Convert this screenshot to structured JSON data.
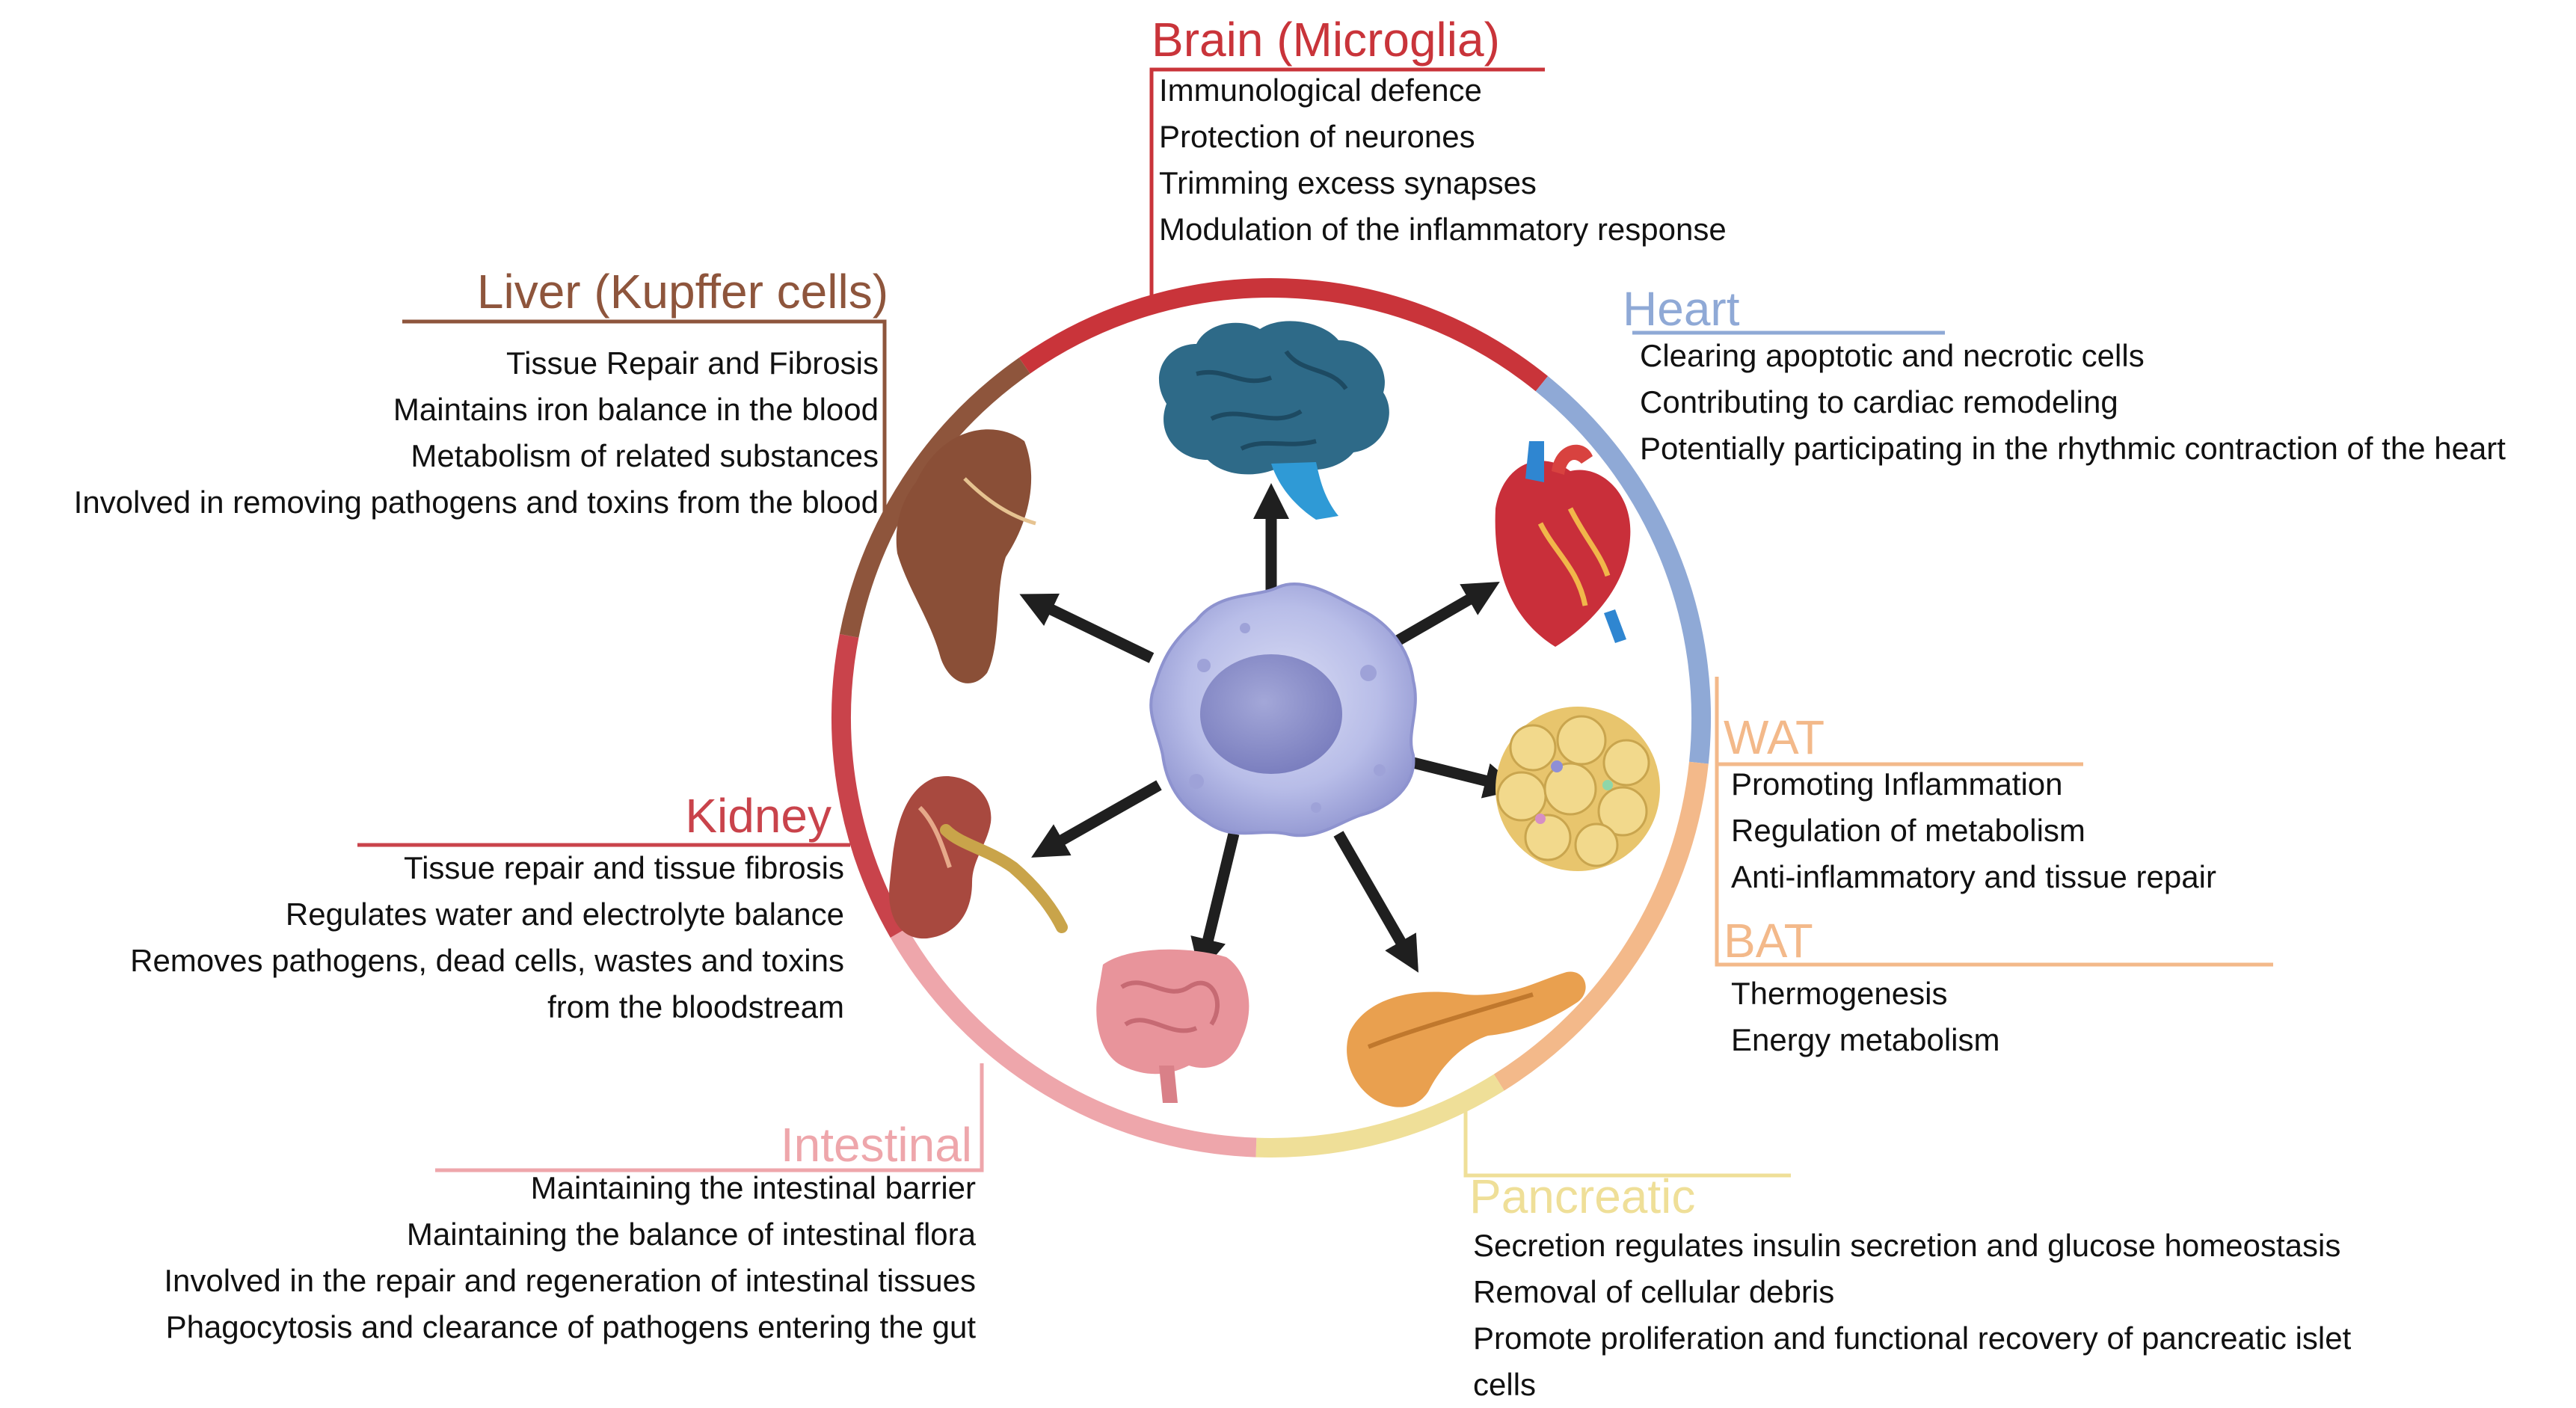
{
  "macrophage": {
    "icon": "macrophage-cell-icon"
  },
  "organs": [
    {
      "key": "brain",
      "title": "Brain (Microglia)",
      "color": "#c9343a",
      "icon": "brain-icon",
      "items": [
        "Immunological defence",
        "Protection of neurones",
        "Trimming excess synapses",
        "Modulation of the inflammatory response"
      ]
    },
    {
      "key": "heart",
      "title": "Heart",
      "color": "#8fa9d6",
      "icon": "heart-icon",
      "items": [
        "Clearing apoptotic and necrotic cells",
        "Contributing to cardiac remodeling",
        "Potentially participating in the rhythmic contraction of the heart"
      ]
    },
    {
      "key": "wat",
      "title": "WAT",
      "color": "#f3b98a",
      "icon": "adipose-tissue-icon",
      "items": [
        "Promoting Inflammation",
        "Regulation of metabolism",
        "Anti-inflammatory and tissue repair"
      ]
    },
    {
      "key": "bat",
      "title": "BAT",
      "color": "#f3b98a",
      "icon": "",
      "items": [
        "Thermogenesis",
        "Energy metabolism"
      ]
    },
    {
      "key": "pancreatic",
      "title": "Pancreatic",
      "color": "#efdf98",
      "icon": "pancreas-icon",
      "items": [
        "Secretion regulates insulin secretion and glucose homeostasis",
        "Removal of cellular debris",
        "Promote proliferation and functional recovery of pancreatic islet",
        "cells"
      ]
    },
    {
      "key": "intestinal",
      "title": "Intestinal",
      "color": "#eea6ab",
      "icon": "intestine-icon",
      "items": [
        "Maintaining the intestinal barrier",
        "Maintaining the balance of intestinal flora",
        "Involved in the repair and regeneration of intestinal tissues",
        "Phagocytosis and clearance of pathogens entering the gut"
      ]
    },
    {
      "key": "kidney",
      "title": "Kidney",
      "color": "#c9434b",
      "icon": "kidney-icon",
      "items": [
        "Tissue repair and tissue fibrosis",
        "Regulates water and electrolyte balance",
        "Removes pathogens, dead cells, wastes and toxins",
        "from the bloodstream"
      ]
    },
    {
      "key": "liver",
      "title": "Liver (Kupffer cells)",
      "color": "#8e553c",
      "icon": "liver-icon",
      "items": [
        "Tissue Repair and Fibrosis",
        "Maintains iron balance in the blood",
        "Metabolism of related substances",
        "Involved in removing pathogens and toxins from the blood"
      ]
    }
  ]
}
